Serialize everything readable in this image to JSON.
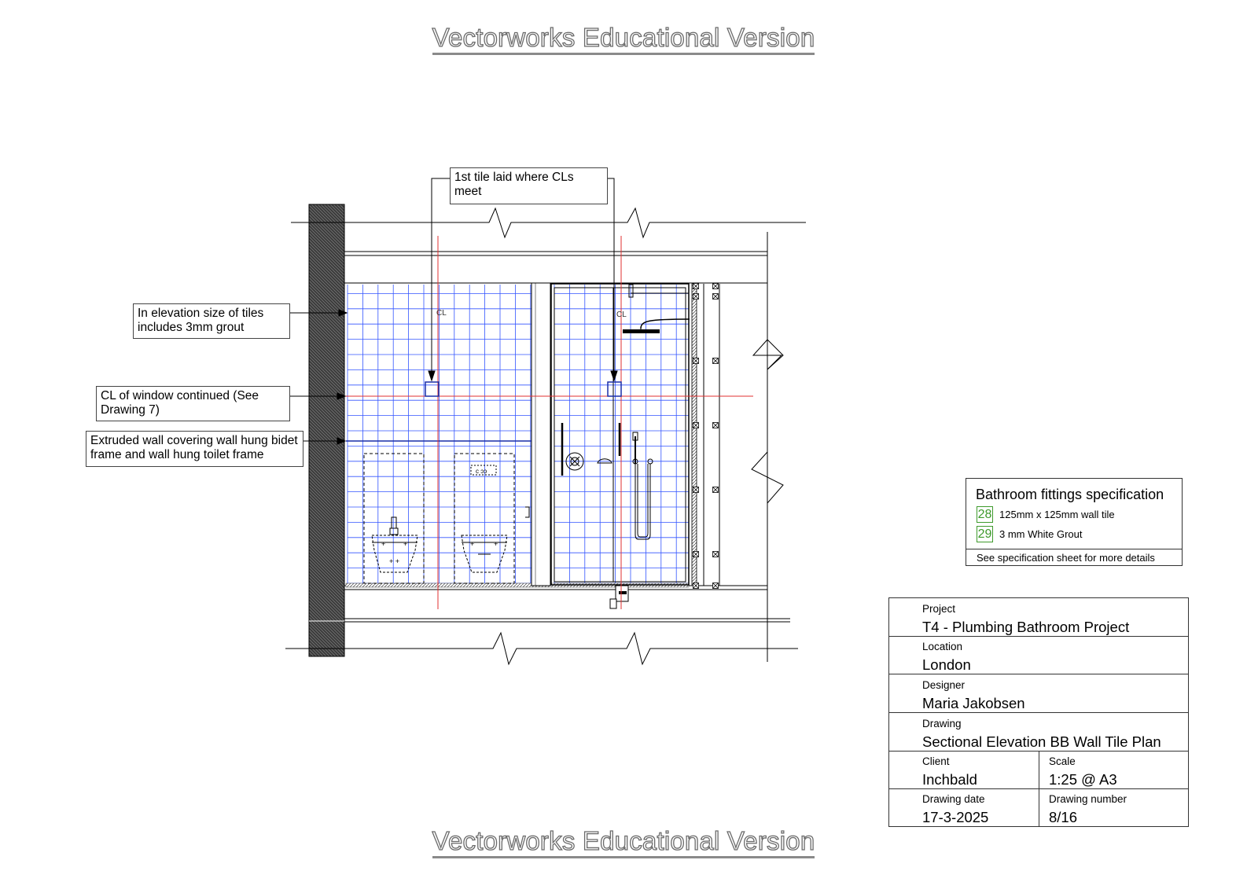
{
  "watermark": "Vectorworks Educational Version",
  "annotations": {
    "first_tile": "1st tile laid where CLs meet",
    "tile_size": "In elevation size of tiles includes 3mm grout",
    "window_cl": "CL of window continued (See Drawing 7)",
    "extruded_wall": "Extruded wall covering wall hung bidet frame and wall hung toilet frame",
    "cl_label_left": "CL",
    "cl_label_right": "CL"
  },
  "specification": {
    "title": "Bathroom fittings specification",
    "items": [
      {
        "number": "28",
        "text": "125mm x 125mm wall tile"
      },
      {
        "number": "29",
        "text": "3 mm White Grout"
      }
    ],
    "note": "See specification sheet for more details",
    "number_color": "#3e9a2c"
  },
  "title_block": {
    "project_label": "Project",
    "project": "T4 - Plumbing Bathroom Project",
    "location_label": "Location",
    "location": "London",
    "designer_label": "Designer",
    "designer": "Maria Jakobsen",
    "drawing_label": "Drawing",
    "drawing": "Sectional Elevation BB Wall Tile Plan",
    "client_label": "Client",
    "client": "Inchbald",
    "scale_label": "Scale",
    "scale": "1:25 @ A3",
    "date_label": "Drawing date",
    "date": "17-3-2025",
    "number_label": "Drawing number",
    "number": "8/16"
  },
  "colors": {
    "tile_grid": "#3355ff",
    "centre_line": "#e23030",
    "line": "#000000",
    "wall_hatch": "#333333"
  }
}
